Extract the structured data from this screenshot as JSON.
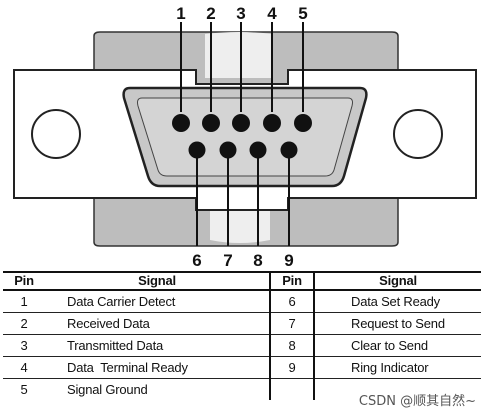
{
  "connector": {
    "top_pins": [
      "1",
      "2",
      "3",
      "4",
      "5"
    ],
    "bottom_pins": [
      "6",
      "7",
      "8",
      "9"
    ]
  },
  "table": {
    "headers": [
      "Pin",
      "Signal",
      "Pin",
      "Signal"
    ],
    "rows": [
      {
        "pin_a": "1",
        "signal_a": "Data Carrier Detect",
        "pin_b": "6",
        "signal_b": "Data Set Ready"
      },
      {
        "pin_a": "2",
        "signal_a": "Received Data",
        "pin_b": "7",
        "signal_b": "Request to Send"
      },
      {
        "pin_a": "3",
        "signal_a": "Transmitted Data",
        "pin_b": "8",
        "signal_b": "Clear to Send"
      },
      {
        "pin_a": "4",
        "signal_a": "Data  Terminal Ready",
        "pin_b": "9",
        "signal_b": "Ring Indicator"
      },
      {
        "pin_a": "5",
        "signal_a": "Signal Ground",
        "pin_b": "",
        "signal_b": ""
      }
    ]
  },
  "watermark": "CSDN @顺其自然~"
}
